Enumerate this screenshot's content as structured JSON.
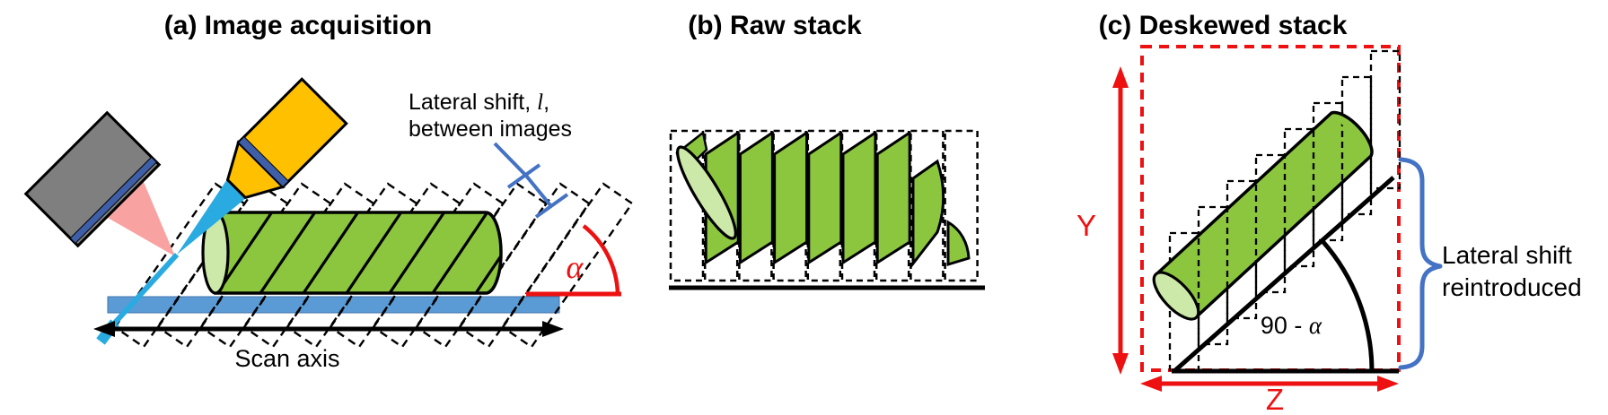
{
  "figure": {
    "panel_a": {
      "title": "(a) Image acquisition",
      "lateral_shift_label": {
        "pre": "Lateral shift, ",
        "var": "l",
        "post": ",",
        "line2": "between images"
      },
      "scan_axis_label": "Scan axis",
      "alpha_label": "α"
    },
    "panel_b": {
      "title": "(b) Raw stack"
    },
    "panel_c": {
      "title": "(c) Deskewed stack",
      "y_label": "Y",
      "z_label": "Z",
      "angle_label_prefix": "90 - ",
      "angle_alpha": "α",
      "brace_label_line1": "Lateral shift",
      "brace_label_line2": "reintroduced"
    },
    "colors": {
      "sample_green": "#8CC63F",
      "sample_green_light": "#CDE9A9",
      "stage_blue": "#5B9BD5",
      "beam_cyan": "#29ABE2",
      "camera_gray": "#7F7F7F",
      "objective_orange": "#FFC000",
      "stripe_blue": "#3E5FA8",
      "annotation_blue": "#4472C4",
      "excitation_pink": "#F8A3A2",
      "accent_red": "#EE1111"
    }
  }
}
